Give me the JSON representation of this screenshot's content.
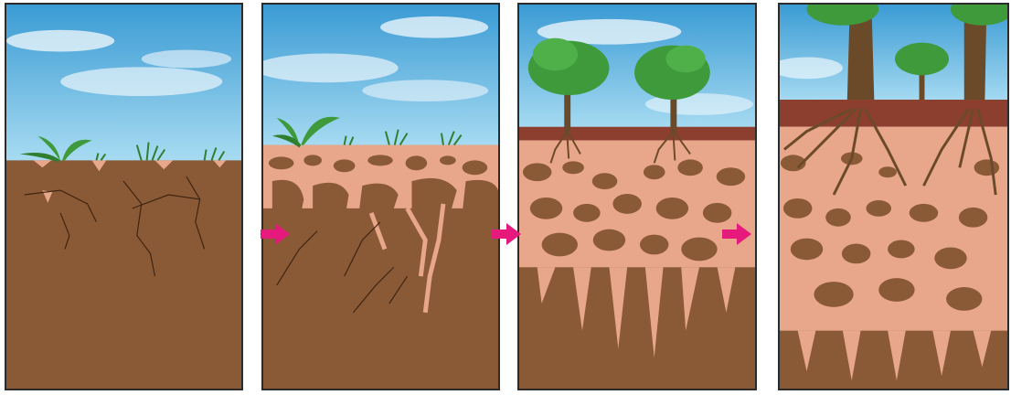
{
  "figure": {
    "stages": [
      {
        "id": "stage-1",
        "vegetation": "small-plants"
      },
      {
        "id": "stage-2",
        "vegetation": "plants-with-roots"
      },
      {
        "id": "stage-3",
        "vegetation": "young-trees"
      },
      {
        "id": "stage-4",
        "vegetation": "mature-trees"
      }
    ],
    "colors": {
      "sky": "#7cc4e8",
      "sky_top": "#3a9bd4",
      "soil": "#8a5a36",
      "soil_dark": "#6e4427",
      "cracks_fill": "#e8a78a",
      "topsoil": "#8c3f2e",
      "foliage": "#3e9a3a",
      "trunk": "#6b4a2a",
      "arrow": "#e6197d"
    },
    "arrow_icon": "right-arrow-icon"
  }
}
